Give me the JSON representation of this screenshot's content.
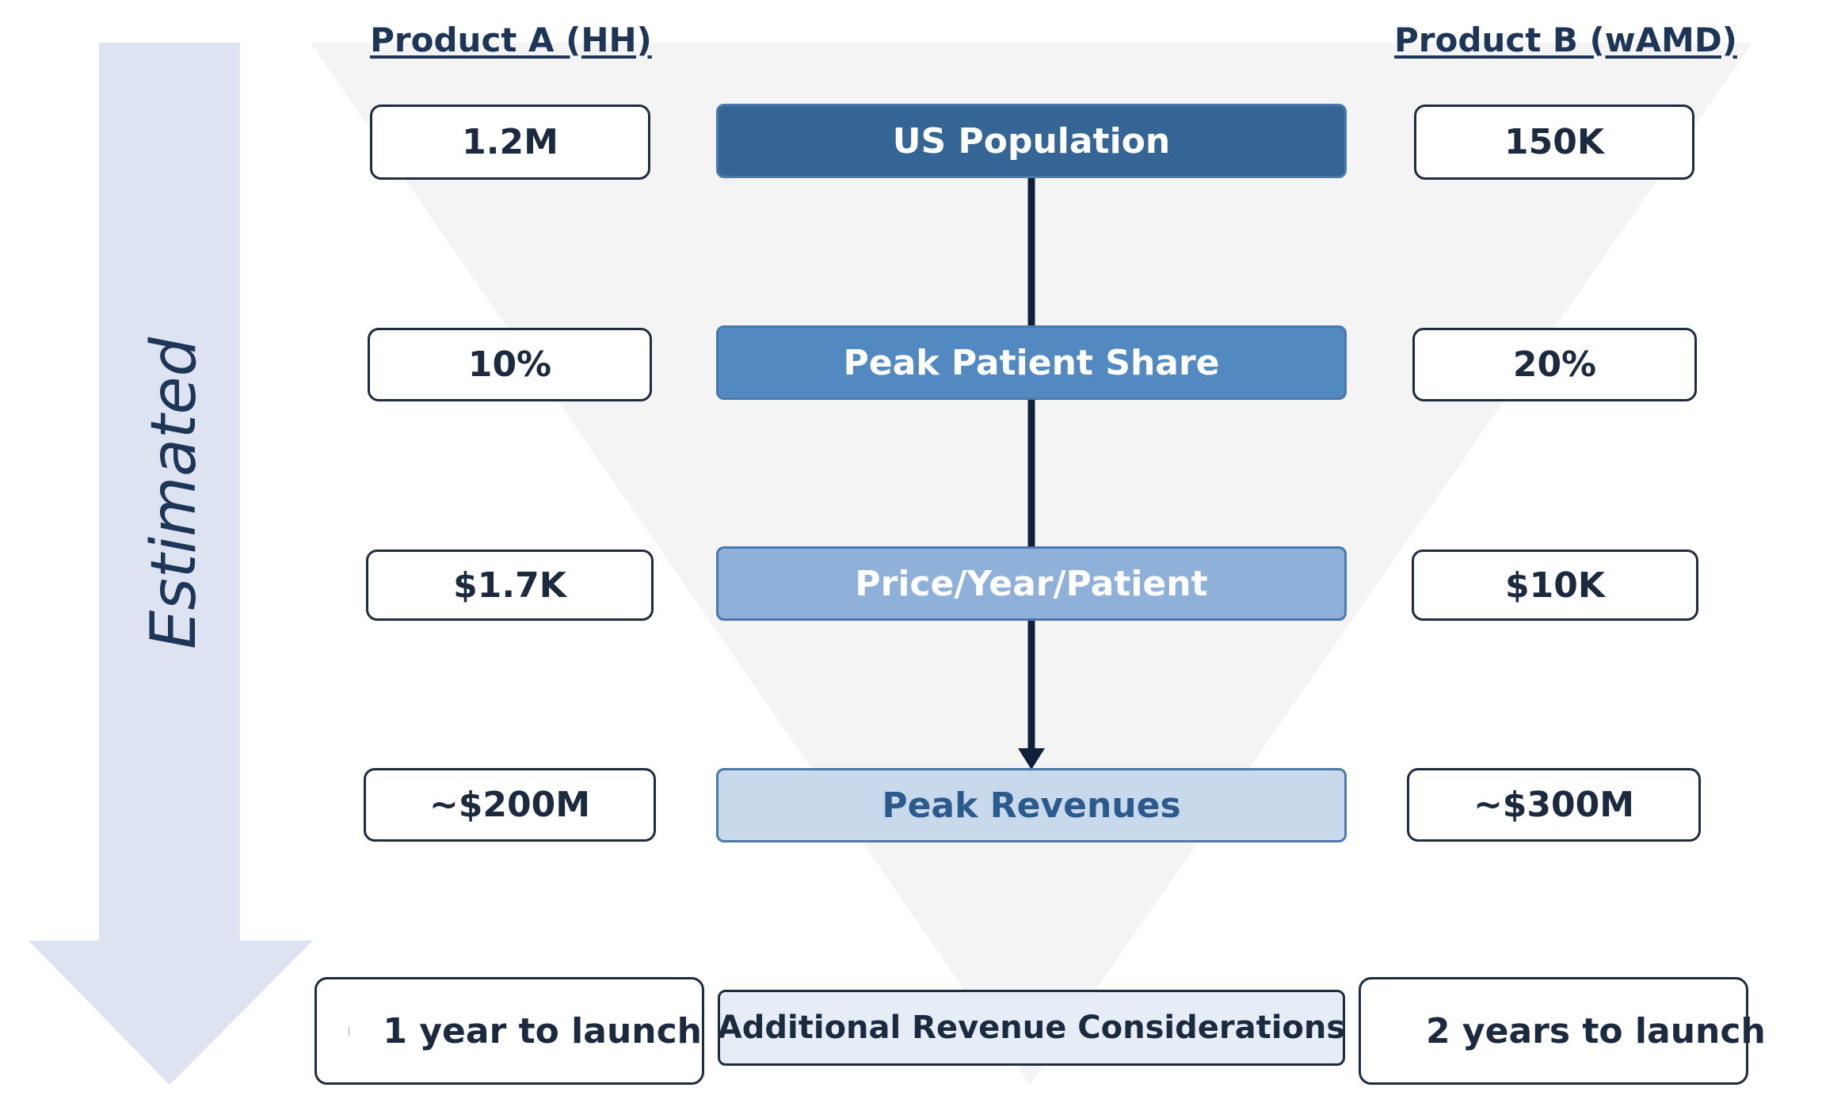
{
  "side_arrow": {
    "label": "Estimated"
  },
  "columns": {
    "left_title": "Product A (HH)",
    "right_title": "Product B (wAMD)"
  },
  "stages": [
    {
      "label": "US Population",
      "left_value": "1.2M",
      "right_value": "150K"
    },
    {
      "label": "Peak Patient Share",
      "left_value": "10%",
      "right_value": "20%"
    },
    {
      "label": "Price/Year/Patient",
      "left_value": "$1.7K",
      "right_value": "$10K"
    },
    {
      "label": "Peak Revenues",
      "left_value": "~$200M",
      "right_value": "~$300M"
    }
  ],
  "considerations": {
    "label": "Additional Revenue Considerations",
    "left_bullet": "1 year to launch",
    "right_bullet": "2 years to launch"
  },
  "colors": {
    "funnel": "#f4f4f4",
    "side_arrow": "#dde3f1",
    "connector": "#10203a",
    "stage_1": "#356594",
    "stage_2": "#5289c1",
    "stage_3": "#8fb0d8",
    "stage_4": "#c8d9ec",
    "stage_5": "#e6edf7"
  }
}
